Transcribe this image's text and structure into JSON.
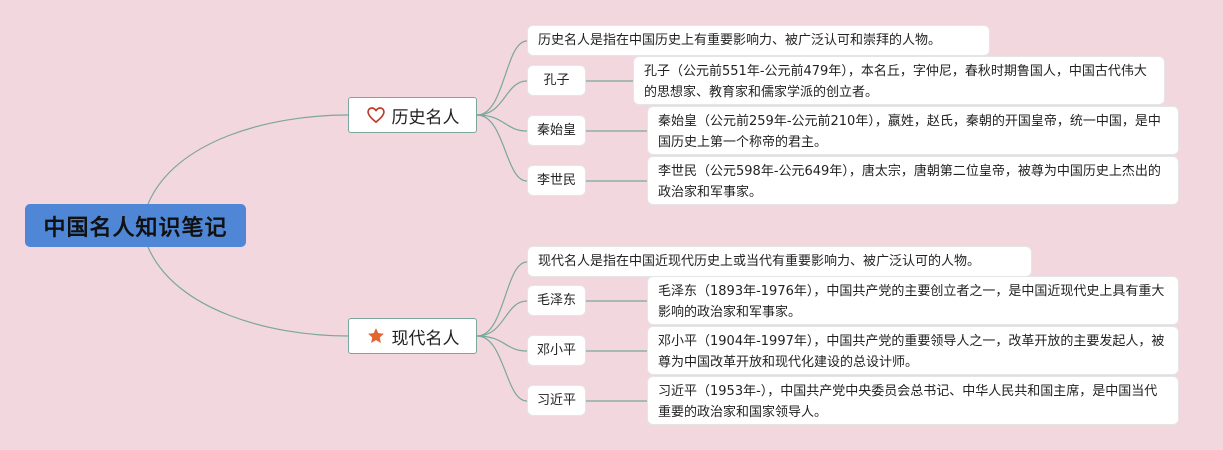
{
  "root": {
    "label": "中国名人知识笔记"
  },
  "branches": [
    {
      "label": "历史名人",
      "icon": "heart-icon",
      "icon_color": "#c0392b",
      "intro": "历史名人是指在中国历史上有重要影响力、被广泛认可和崇拜的人物。",
      "people": [
        {
          "name": "孔子",
          "desc": "孔子（公元前551年-公元前479年），本名丘，字仲尼，春秋时期鲁国人，中国古代伟大的思想家、教育家和儒家学派的创立者。"
        },
        {
          "name": "秦始皇",
          "desc": "秦始皇（公元前259年-公元前210年），嬴姓，赵氏，秦朝的开国皇帝，统一中国，是中国历史上第一个称帝的君主。"
        },
        {
          "name": "李世民",
          "desc": "李世民（公元598年-公元649年），唐太宗，唐朝第二位皇帝，被尊为中国历史上杰出的政治家和军事家。"
        }
      ]
    },
    {
      "label": "现代名人",
      "icon": "star-icon",
      "icon_color": "#e2662f",
      "intro": "现代名人是指在中国近现代历史上或当代有重要影响力、被广泛认可的人物。",
      "people": [
        {
          "name": "毛泽东",
          "desc": "毛泽东（1893年-1976年），中国共产党的主要创立者之一，是中国近现代史上具有重大影响的政治家和军事家。"
        },
        {
          "name": "邓小平",
          "desc": "邓小平（1904年-1997年），中国共产党的重要领导人之一，改革开放的主要发起人，被尊为中国改革开放和现代化建设的总设计师。"
        },
        {
          "name": "习近平",
          "desc": "习近平（1953年-），中国共产党中央委员会总书记、中华人民共和国主席，是中国当代重要的政治家和国家领导人。"
        }
      ]
    }
  ]
}
